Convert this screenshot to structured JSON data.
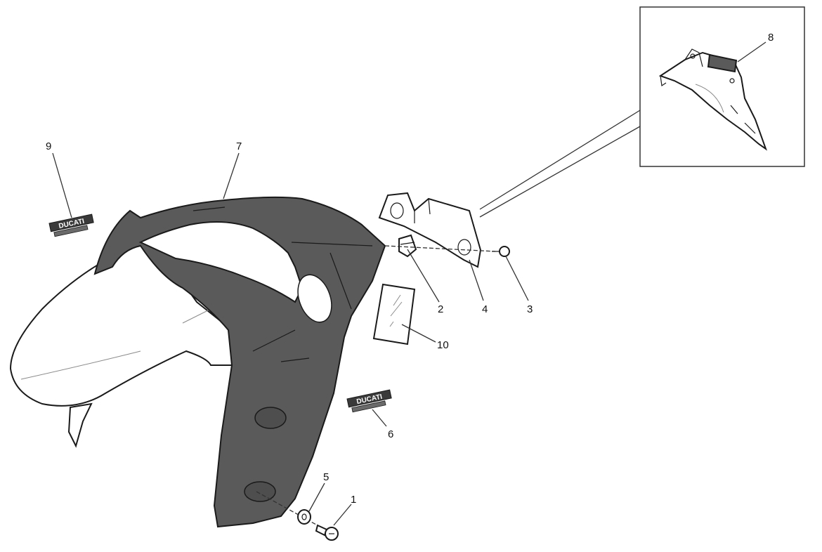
{
  "callouts": {
    "c1": "1",
    "c2": "2",
    "c3": "3",
    "c4": "4",
    "c5": "5",
    "c6": "6",
    "c7": "7",
    "c8": "8",
    "c9": "9",
    "c10": "10"
  },
  "decals": {
    "brand_text": "DUCATI"
  },
  "colors": {
    "part_dark": "#5a5a5a",
    "outline": "#1a1a1a",
    "background": "#ffffff"
  }
}
